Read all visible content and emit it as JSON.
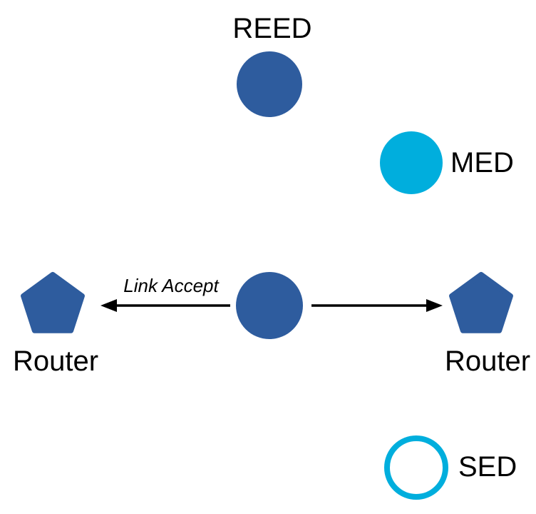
{
  "diagram": {
    "type": "thread-network-topology",
    "background": "#ffffff",
    "colors": {
      "router_blue": "#2E5C9E",
      "device_cyan": "#00AEDD",
      "arrow_black": "#000000",
      "label_black": "#000000"
    },
    "nodes": {
      "reed": {
        "label": "REED",
        "shape": "filled-circle",
        "color": "#2E5C9E"
      },
      "med": {
        "label": "MED",
        "shape": "filled-circle",
        "color": "#00AEDD"
      },
      "center": {
        "label": "",
        "shape": "filled-circle",
        "color": "#2E5C9E"
      },
      "router_left": {
        "label": "Router",
        "shape": "pentagon",
        "color": "#2E5C9E"
      },
      "router_right": {
        "label": "Router",
        "shape": "pentagon",
        "color": "#2E5C9E"
      },
      "sed": {
        "label": "SED",
        "shape": "outlined-circle",
        "color": "#00AEDD"
      }
    },
    "edges": {
      "left": {
        "from": "center",
        "to": "router_left",
        "label": "Link Accept",
        "style": "arrow"
      },
      "right": {
        "from": "center",
        "to": "router_right",
        "label": "",
        "style": "arrow"
      }
    }
  }
}
